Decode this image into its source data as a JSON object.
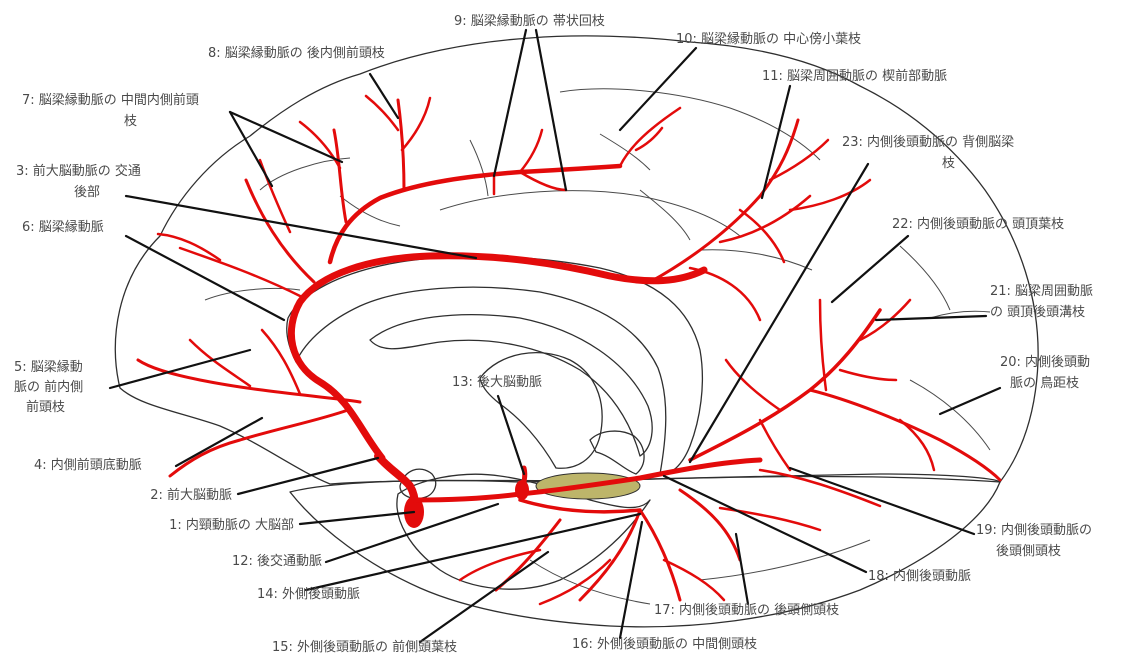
{
  "colors": {
    "brain_fill": "#fbf6e4",
    "cerebellum_fill": "#f9efc9",
    "brainstem_fill": "#f6f0dc",
    "ventricle_fill": "#bdb56a",
    "artery": "#e30b0b",
    "leader": "#111111",
    "label_text": "#4a4a4a",
    "outline": "#2f2f2f"
  },
  "labels": [
    {
      "id": "1",
      "lines": [
        "1: 内頸動脈の 大脳部"
      ]
    },
    {
      "id": "2",
      "lines": [
        "2: 前大脳動脈"
      ]
    },
    {
      "id": "3",
      "lines": [
        "3: 前大脳動脈の 交通",
        "後部"
      ]
    },
    {
      "id": "4",
      "lines": [
        "4: 内側前頭底動脈"
      ]
    },
    {
      "id": "5",
      "lines": [
        "5: 脳梁縁動",
        "脈の 前内側",
        "前頭枝"
      ]
    },
    {
      "id": "6",
      "lines": [
        "6: 脳梁縁動脈"
      ]
    },
    {
      "id": "7",
      "lines": [
        "7: 脳梁縁動脈の 中間内側前頭",
        "枝"
      ]
    },
    {
      "id": "8",
      "lines": [
        "8: 脳梁縁動脈の 後内側前頭枝"
      ]
    },
    {
      "id": "9",
      "lines": [
        "9: 脳梁縁動脈の 帯状回枝"
      ]
    },
    {
      "id": "10",
      "lines": [
        "10: 脳梁縁動脈の 中心傍小葉枝"
      ]
    },
    {
      "id": "11",
      "lines": [
        "11: 脳梁周囲動脈の 楔前部動脈"
      ]
    },
    {
      "id": "12",
      "lines": [
        "12: 後交通動脈"
      ]
    },
    {
      "id": "13",
      "lines": [
        "13: 後大脳動脈"
      ]
    },
    {
      "id": "14",
      "lines": [
        "14: 外側後頭動脈"
      ]
    },
    {
      "id": "15",
      "lines": [
        "15: 外側後頭動脈の 前側頭葉枝"
      ]
    },
    {
      "id": "16",
      "lines": [
        "16: 外側後頭動脈の 中間側頭枝"
      ]
    },
    {
      "id": "17",
      "lines": [
        "17: 内側後頭動脈の 後頭側頭枝"
      ]
    },
    {
      "id": "18",
      "lines": [
        "18: 内側後頭動脈"
      ]
    },
    {
      "id": "19",
      "lines": [
        "19: 内側後頭動脈の",
        "後頭側頭枝"
      ]
    },
    {
      "id": "20",
      "lines": [
        "20: 内側後頭動",
        "脈の 鳥距枝"
      ]
    },
    {
      "id": "21",
      "lines": [
        "21: 脳梁周囲動脈",
        "の 頭頂後頭溝枝"
      ]
    },
    {
      "id": "22",
      "lines": [
        "22: 内側後頭動脈の 頭頂葉枝"
      ]
    },
    {
      "id": "23",
      "lines": [
        "23: 内側後頭動脈の 背側脳梁",
        "枝"
      ]
    }
  ]
}
